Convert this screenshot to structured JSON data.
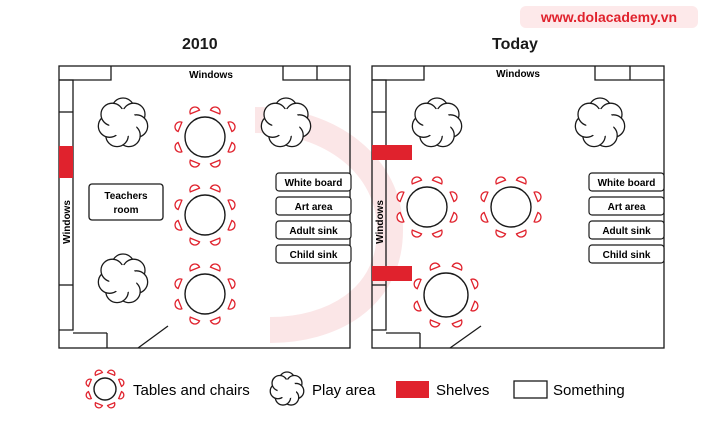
{
  "brand": "www.dolacademy.vn",
  "plan_2010": {
    "year": "2010",
    "windows_top": "Windows",
    "windows_side": "Windows",
    "teachers_room": [
      "Teachers",
      "room"
    ],
    "boxes": [
      "White board",
      "Art area",
      "Adult sink",
      "Child sink"
    ]
  },
  "plan_today": {
    "year": "Today",
    "windows_top": "Windows",
    "windows_side": "Windows",
    "boxes": [
      "White board",
      "Art area",
      "Adult sink",
      "Child sink"
    ]
  },
  "legend": {
    "tables": "Tables and chairs",
    "play": "Play area",
    "shelves": "Shelves",
    "something": "Something"
  },
  "colors": {
    "accent": "#e0222d",
    "line": "#1a1a1a"
  }
}
